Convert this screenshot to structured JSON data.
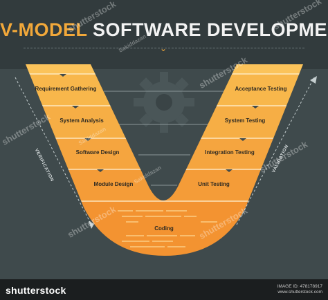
{
  "title": {
    "highlight": "V-MODEL",
    "rest": "SOFTWARE DEVELOPMENT"
  },
  "stages": {
    "requirement": "Requirement Gathering",
    "system_analysis": "System Analysis",
    "software_design": "Software Design",
    "module_design": "Module Design",
    "coding": "Coding",
    "unit_testing": "Unit Testing",
    "integration_testing": "Integration Testing",
    "system_testing": "System Testing",
    "acceptance_testing": "Acceptance Testing"
  },
  "side_labels": {
    "left": "VERIFICATION",
    "right": "VALIDATION"
  },
  "watermark": {
    "brand": "shutterstock",
    "author": "Sakiddazan"
  },
  "footer": {
    "logo": "shutterstock",
    "id_line1": "IMAGE ID: 478178917",
    "id_line2": "www.shutterstock.com"
  },
  "colors": {
    "accent": "#f2a83a",
    "band_dark": "#323b3d",
    "background": "#3f4a4c",
    "footer": "#1b1e1f"
  }
}
